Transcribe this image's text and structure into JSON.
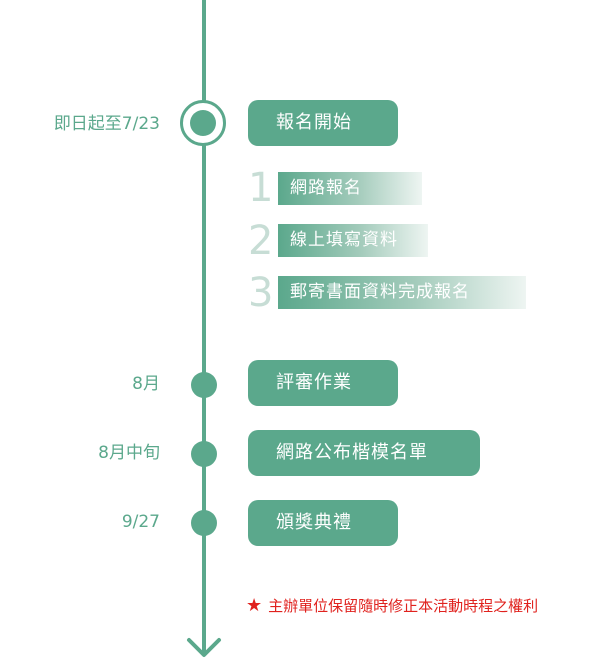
{
  "colors": {
    "accent": "#5ba88c",
    "step_number": "#c7ddd5",
    "note": "#e0221e"
  },
  "events": [
    {
      "date": "即日起至7/23",
      "title": "報名開始"
    },
    {
      "date": "8月",
      "title": "評審作業"
    },
    {
      "date": "8月中旬",
      "title": "網路公布楷模名單"
    },
    {
      "date": "9/27",
      "title": "頒獎典禮"
    }
  ],
  "steps": [
    {
      "number": "1",
      "label": "網路報名"
    },
    {
      "number": "2",
      "label": "線上填寫資料"
    },
    {
      "number": "3",
      "label": "郵寄書面資料完成報名"
    }
  ],
  "note": {
    "icon": "star-icon",
    "text": "主辦單位保留隨時修正本活動時程之權利"
  }
}
